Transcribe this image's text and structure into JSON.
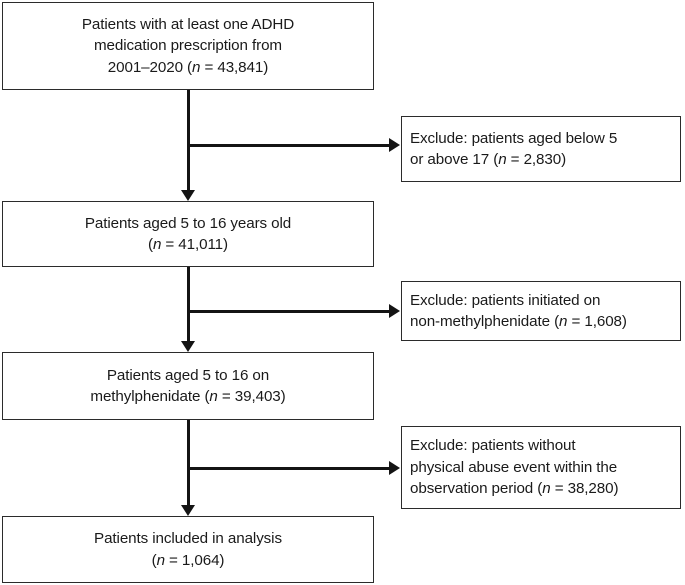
{
  "diagram": {
    "type": "flowchart",
    "title": "ADHD medication cohort selection flow diagram",
    "orientation": "top-to-bottom with right-side exclusion branches",
    "colors": {
      "background": "#ffffff",
      "box_border": "#2b2b2b",
      "connector": "#141414",
      "text": "#1a1a1a"
    },
    "nodes": {
      "cohort": {
        "id": "cohort",
        "kind": "main",
        "text": "Patients with at least one ADHD\nmedication prescription from\n2001–2020 (n = 43,841)",
        "n_label": "n = 43,841",
        "count": 43841
      },
      "aged": {
        "id": "aged",
        "kind": "main",
        "text": "Patients aged 5 to 16 years old\n(n = 41,011)",
        "n_label": "n = 41,011",
        "count": 41011
      },
      "mph": {
        "id": "mph",
        "kind": "main",
        "text": "Patients aged 5 to 16 on\nmethylphenidate (n = 39,403)",
        "n_label": "n = 39,403",
        "count": 39403
      },
      "analysis": {
        "id": "analysis",
        "kind": "main",
        "text": "Patients included in analysis\n(n = 1,064)",
        "n_label": "n = 1,064",
        "count": 1064
      },
      "exclude_age": {
        "id": "exclude_age",
        "kind": "exclusion",
        "text": "Exclude: patients aged below 5\nor above 17 (n = 2,830)",
        "n_label": "n = 2,830",
        "count": 2830
      },
      "exclude_mph": {
        "id": "exclude_mph",
        "kind": "exclusion",
        "text": "Exclude: patients initiated on\nnon-methylphenidate (n = 1,608)",
        "n_label": "n = 1,608",
        "count": 1608
      },
      "exclude_abuse": {
        "id": "exclude_abuse",
        "kind": "exclusion",
        "text": "Exclude: patients without\nphysical abuse event within the\nobservation period (n = 38,280)",
        "n_label": "n = 38,280",
        "count": 38280
      }
    },
    "edges": [
      {
        "from": "cohort",
        "to": "aged",
        "kind": "down-arrow"
      },
      {
        "from": "cohort",
        "to": "exclude_age",
        "kind": "right-arrow"
      },
      {
        "from": "aged",
        "to": "mph",
        "kind": "down-arrow"
      },
      {
        "from": "aged",
        "to": "exclude_mph",
        "kind": "right-arrow"
      },
      {
        "from": "mph",
        "to": "analysis",
        "kind": "down-arrow"
      },
      {
        "from": "mph",
        "to": "exclude_abuse",
        "kind": "right-arrow"
      }
    ]
  }
}
